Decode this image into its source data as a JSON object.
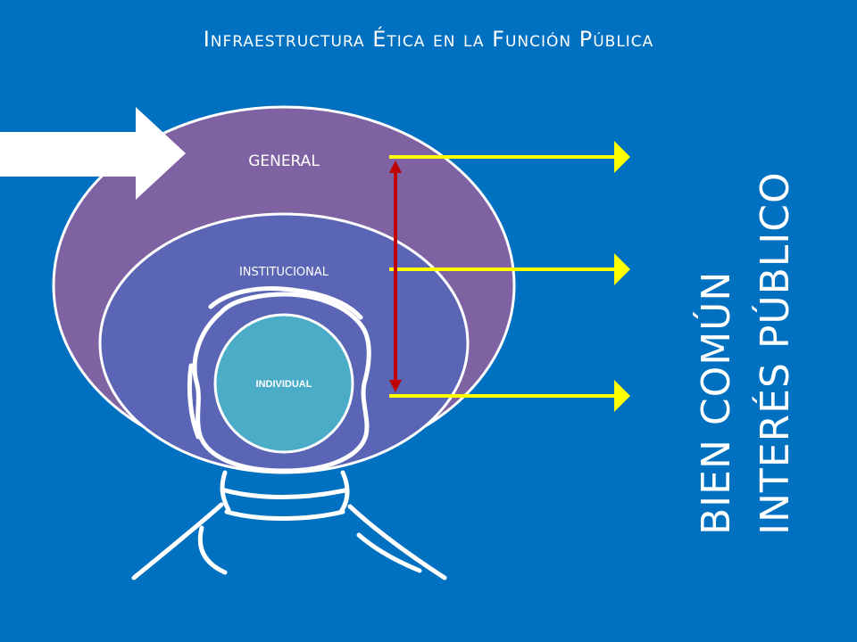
{
  "title": "Infraestructura Ética en la Función Pública",
  "levels": {
    "general": "GENERAL",
    "institucional": "INSTITUCIONAL",
    "individual": "INDIVIDUAL"
  },
  "outcome": {
    "line1": "BIEN COMÚN",
    "line2": "INTERÉS PÚBLICO"
  },
  "colors": {
    "background": "#0070c0",
    "general_ellipse": "#7f62a2",
    "institucional_ellipse": "#5a66b5",
    "individual_circle": "#4aacc6",
    "arrow_yellow": "#ffff00",
    "arrow_red": "#c00000"
  }
}
